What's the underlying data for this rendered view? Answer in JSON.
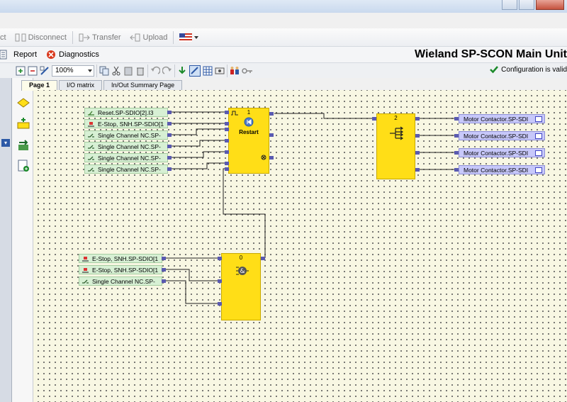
{
  "toolbar": {
    "connect_partial": "ct",
    "disconnect_label": "Disconnect",
    "transfer_label": "Transfer",
    "upload_label": "Upload",
    "report_label": "Report",
    "diagnostics_label": "Diagnostics",
    "zoom_value": "100%",
    "flag_icon": "us-flag-icon"
  },
  "app": {
    "title": "Wieland SP-SCON Main Unit",
    "config_status": "Configuration is valid"
  },
  "tabs": [
    {
      "label": "Page 1"
    },
    {
      "label": "I/O matrix"
    },
    {
      "label": "In/Out Summary Page"
    }
  ],
  "inputs_group1": [
    {
      "label": "Reset.SP-SDIO[2].I3",
      "icon": "reset-switch-icon"
    },
    {
      "label": "E-Stop, SNH.SP-SDIO[1",
      "icon": "estop-icon"
    },
    {
      "label": "Single Channel NC.SP-",
      "icon": "nc-contact-icon"
    },
    {
      "label": "Single Channel NC.SP-",
      "icon": "nc-contact-icon"
    },
    {
      "label": "Single Channel NC.SP-",
      "icon": "nc-contact-icon"
    },
    {
      "label": "Single Channel NC.SP-",
      "icon": "nc-contact-icon"
    }
  ],
  "inputs_group2": [
    {
      "label": "E-Stop, SNH.SP-SDIO[1",
      "icon": "estop-icon"
    },
    {
      "label": "E-Stop, SNH.SP-SDIO[1",
      "icon": "estop-icon"
    },
    {
      "label": "Single Channel NC.SP-",
      "icon": "nc-contact-icon"
    }
  ],
  "outputs": [
    {
      "label": "Motor Contactor.SP-SDI"
    },
    {
      "label": "Motor Contactor.SP-SDI"
    },
    {
      "label": "Motor Contactor.SP-SDI"
    },
    {
      "label": "Motor Contactor.SP-SDI"
    }
  ],
  "blocks": {
    "restart": {
      "number": "1",
      "label": "Restart"
    },
    "fanout": {
      "number": "2"
    },
    "and": {
      "number": "0"
    }
  },
  "colors": {
    "block": "#ffde17",
    "input_tag": "#d7f0d4",
    "output_tag": "#c7c8fa",
    "canvas": "#f8f7e3"
  }
}
